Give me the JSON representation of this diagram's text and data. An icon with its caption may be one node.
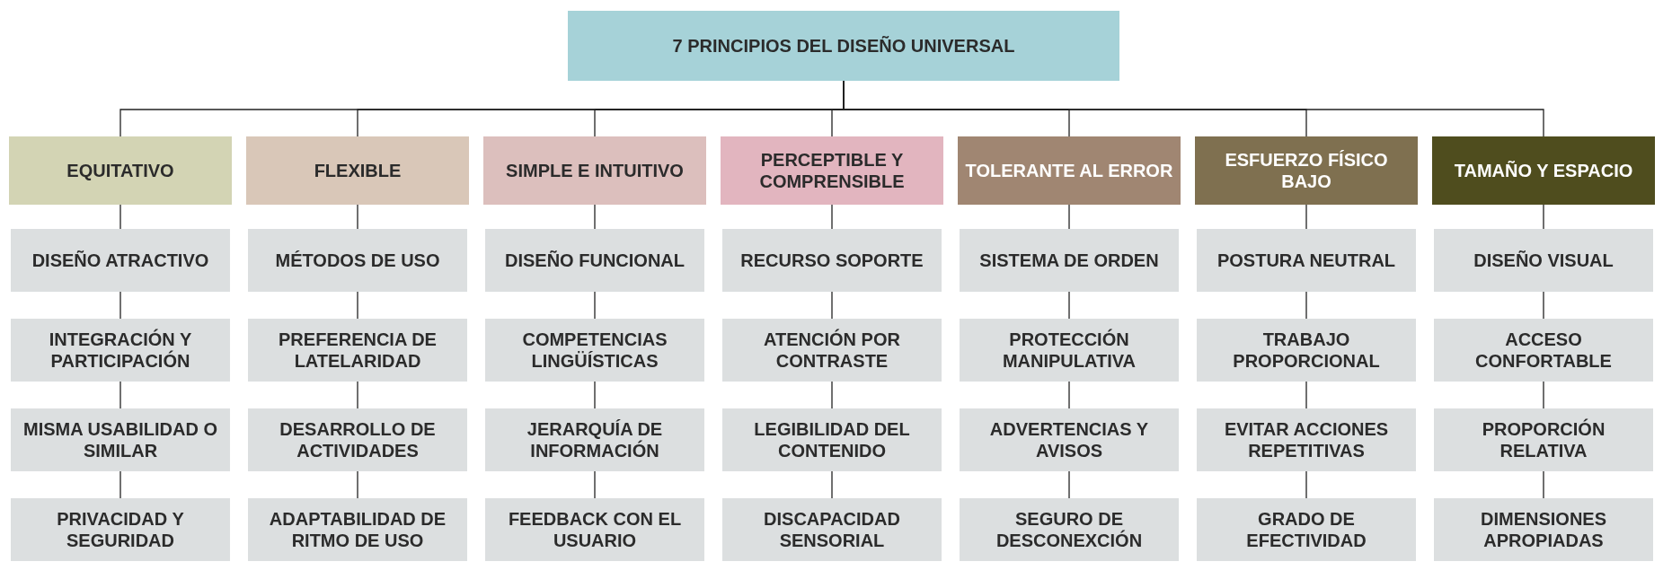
{
  "diagram": {
    "nodes": [
      {
        "text": [
          "7 PRINCIPIOS DEL DISEÑO UNIVERSAL"
        ]
      },
      {
        "text": [
          "EQUITATIVO"
        ]
      },
      {
        "text": [
          "FLEXIBLE"
        ]
      },
      {
        "text": [
          "SIMPLE E INTUITIVO"
        ]
      },
      {
        "text": [
          "PERCEPTIBLE Y COMPRENSIBLE"
        ]
      },
      {
        "text": [
          "TOLERANTE AL ERROR"
        ]
      },
      {
        "text": [
          "ESFUERZO FÍSICO BAJO"
        ]
      },
      {
        "text": [
          "TAMAÑO Y ESPACIO"
        ]
      },
      {
        "text": [
          "DISEÑO ATRACTIVO"
        ]
      },
      {
        "text": [
          "MÉTODOS DE USO"
        ]
      },
      {
        "text": [
          "DISEÑO FUNCIONAL"
        ]
      },
      {
        "text": [
          "RECURSO SOPORTE"
        ]
      },
      {
        "text": [
          "SISTEMA DE ORDEN"
        ]
      },
      {
        "text": [
          "POSTURA NEUTRAL"
        ]
      },
      {
        "text": [
          "DISEÑO VISUAL"
        ]
      },
      {
        "text": [
          "INTEGRACIÓN Y PARTICIPACIÓN"
        ]
      },
      {
        "text": [
          "PREFERENCIA DE LATELARIDAD"
        ]
      },
      {
        "text": [
          "COMPETENCIAS LINGÜÍSTICAS"
        ]
      },
      {
        "text": [
          "ATENCIÓN POR CONTRASTE"
        ]
      },
      {
        "text": [
          "PROTECCIÓN MANIPULATIVA"
        ]
      },
      {
        "text": [
          "TRABAJO PROPORCIONAL"
        ]
      },
      {
        "text": [
          "ACCESO CONFORTABLE"
        ]
      },
      {
        "text": [
          "MISMA USABILIDAD O SIMILAR"
        ]
      },
      {
        "text": [
          "DESARROLLO DE ACTIVIDADES"
        ]
      },
      {
        "text": [
          "JERARQUÍA DE INFORMACIÓN"
        ]
      },
      {
        "text": [
          "LEGIBILIDAD DEL CONTENIDO"
        ]
      },
      {
        "text": [
          "ADVERTENCIAS Y AVISOS"
        ]
      },
      {
        "text": [
          "EVITAR ACCIONES REPETITIVAS"
        ]
      },
      {
        "text": [
          "PROPORCIÓN RELATIVA"
        ]
      },
      {
        "text": [
          "PRIVACIDAD Y SEGURIDAD"
        ]
      },
      {
        "text": [
          "ADAPTABILIDAD DE RITMO DE USO"
        ]
      },
      {
        "text": [
          "FEEDBACK CON EL USUARIO"
        ]
      },
      {
        "text": [
          "DISCAPACIDAD SENSORIAL"
        ]
      },
      {
        "text": [
          "SEGURO DE DESCONEXCIÓN"
        ]
      },
      {
        "text": [
          "GRADO DE EFECTIVIDAD"
        ]
      },
      {
        "text": [
          "DIMENSIONES APROPIADAS"
        ]
      }
    ],
    "edges": [
      {
        "from": 0,
        "to": 1,
        "arrow": "none"
      },
      {
        "from": 0,
        "to": 2,
        "arrow": "none"
      },
      {
        "from": 0,
        "to": 3,
        "arrow": "none"
      },
      {
        "from": 0,
        "to": 4,
        "arrow": "none"
      },
      {
        "from": 0,
        "to": 5,
        "arrow": "none"
      },
      {
        "from": 0,
        "to": 6,
        "arrow": "none"
      },
      {
        "from": 0,
        "to": 7,
        "arrow": "none"
      },
      {
        "from": 1,
        "to": 8,
        "arrow": "none"
      },
      {
        "from": 2,
        "to": 9,
        "arrow": "none"
      },
      {
        "from": 3,
        "to": 10,
        "arrow": "none"
      },
      {
        "from": 4,
        "to": 11,
        "arrow": "none"
      },
      {
        "from": 5,
        "to": 12,
        "arrow": "none"
      },
      {
        "from": 6,
        "to": 13,
        "arrow": "none"
      },
      {
        "from": 7,
        "to": 14,
        "arrow": "none"
      },
      {
        "from": 8,
        "to": 15,
        "arrow": "none"
      },
      {
        "from": 9,
        "to": 16,
        "arrow": "none"
      },
      {
        "from": 10,
        "to": 17,
        "arrow": "none"
      },
      {
        "from": 11,
        "to": 18,
        "arrow": "none"
      },
      {
        "from": 12,
        "to": 19,
        "arrow": "none"
      },
      {
        "from": 13,
        "to": 20,
        "arrow": "none"
      },
      {
        "from": 14,
        "to": 21,
        "arrow": "none"
      },
      {
        "from": 15,
        "to": 22,
        "arrow": "none"
      },
      {
        "from": 16,
        "to": 23,
        "arrow": "none"
      },
      {
        "from": 17,
        "to": 24,
        "arrow": "none"
      },
      {
        "from": 18,
        "to": 25,
        "arrow": "none"
      },
      {
        "from": 19,
        "to": 26,
        "arrow": "none"
      },
      {
        "from": 20,
        "to": 27,
        "arrow": "none"
      },
      {
        "from": 21,
        "to": 28,
        "arrow": "none"
      },
      {
        "from": 22,
        "to": 29,
        "arrow": "none"
      },
      {
        "from": 23,
        "to": 30,
        "arrow": "none"
      },
      {
        "from": 24,
        "to": 31,
        "arrow": "none"
      },
      {
        "from": 25,
        "to": 32,
        "arrow": "none"
      },
      {
        "from": 26,
        "to": 33,
        "arrow": "none"
      },
      {
        "from": 27,
        "to": 34,
        "arrow": "none"
      },
      {
        "from": 28,
        "to": 35,
        "arrow": "none"
      }
    ]
  }
}
